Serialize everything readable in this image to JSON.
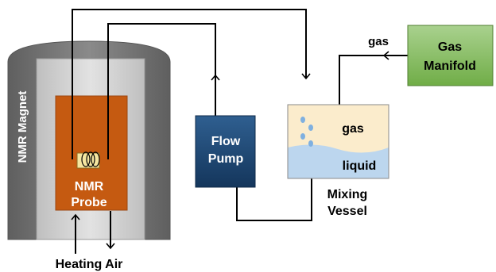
{
  "labels": {
    "magnet": "NMR Magnet",
    "probe_line1": "NMR",
    "probe_line2": "Probe",
    "heating_air": "Heating Air",
    "pump_line1": "Flow",
    "pump_line2": "Pump",
    "vessel_gas": "gas",
    "vessel_liquid": "liquid",
    "vessel_caption_line1": "Mixing",
    "vessel_caption_line2": "Vessel",
    "gas_flow": "gas",
    "manifold_line1": "Gas",
    "manifold_line2": "Manifold"
  },
  "colors": {
    "magnet_outer": "#6f6f6f",
    "magnet_inner": "#d0d0d0",
    "probe": "#c55a11",
    "probe_text": "#ffffff",
    "coil": "#f5e6a0",
    "pump_top": "#2f5f90",
    "pump_bottom": "#14365c",
    "vessel_gas": "#fbeccc",
    "vessel_liquid": "#bcd6ee",
    "bubble": "#7fb0e0",
    "manifold_top": "#a9d18e",
    "manifold_bottom": "#70ad47",
    "line": "#000000"
  }
}
